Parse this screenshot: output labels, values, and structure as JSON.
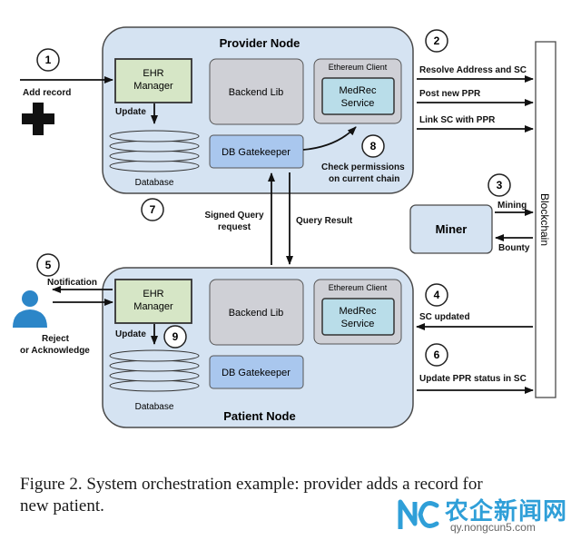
{
  "nodes": {
    "provider_title": "Provider Node",
    "patient_title": "Patient Node"
  },
  "components": {
    "ehr_manager": [
      "EHR",
      "Manager"
    ],
    "backend_lib": "Backend Lib",
    "ethereum_client": "Ethereum Client",
    "medrec_service": [
      "MedRec",
      "Service"
    ],
    "db_gatekeeper": "DB Gatekeeper",
    "database": "Database",
    "miner": "Miner",
    "blockchain": "Blockchain"
  },
  "labels": {
    "add_record": "Add record",
    "update": "Update",
    "resolve": "Resolve Address and SC",
    "post_ppr": "Post new PPR",
    "link_sc": "Link SC with PPR",
    "check_permissions": [
      "Check permissions",
      "on current chain"
    ],
    "signed_query": [
      "Signed Query",
      "request"
    ],
    "query_result": "Query Result",
    "mining": "Mining",
    "bounty": "Bounty",
    "notification": "Notification",
    "reject": [
      "Reject",
      "or Acknowledge"
    ],
    "sc_updated": "SC updated",
    "update_ppr": "Update PPR status in SC"
  },
  "steps": [
    "1",
    "2",
    "3",
    "4",
    "5",
    "6",
    "7",
    "8",
    "9"
  ],
  "caption": "Figure 2. System orchestration example: provider adds a record for new patient.",
  "watermark": {
    "logo": "NC",
    "site_name": "农企新闻网",
    "url": "qy.nongcun5.com"
  },
  "colors": {
    "node_fill": "#d5e3f2",
    "node_stroke": "#4a4a4a",
    "ehr_fill": "#d6e6c6",
    "gray_box": "#cfd0d6",
    "gatekeeper_fill": "#a9c7ee",
    "medrec_fill": "#b9dde9",
    "miner_fill": "#d5e3f2",
    "user_icon": "#2c86c8",
    "watermark": "#2f9fd8"
  }
}
